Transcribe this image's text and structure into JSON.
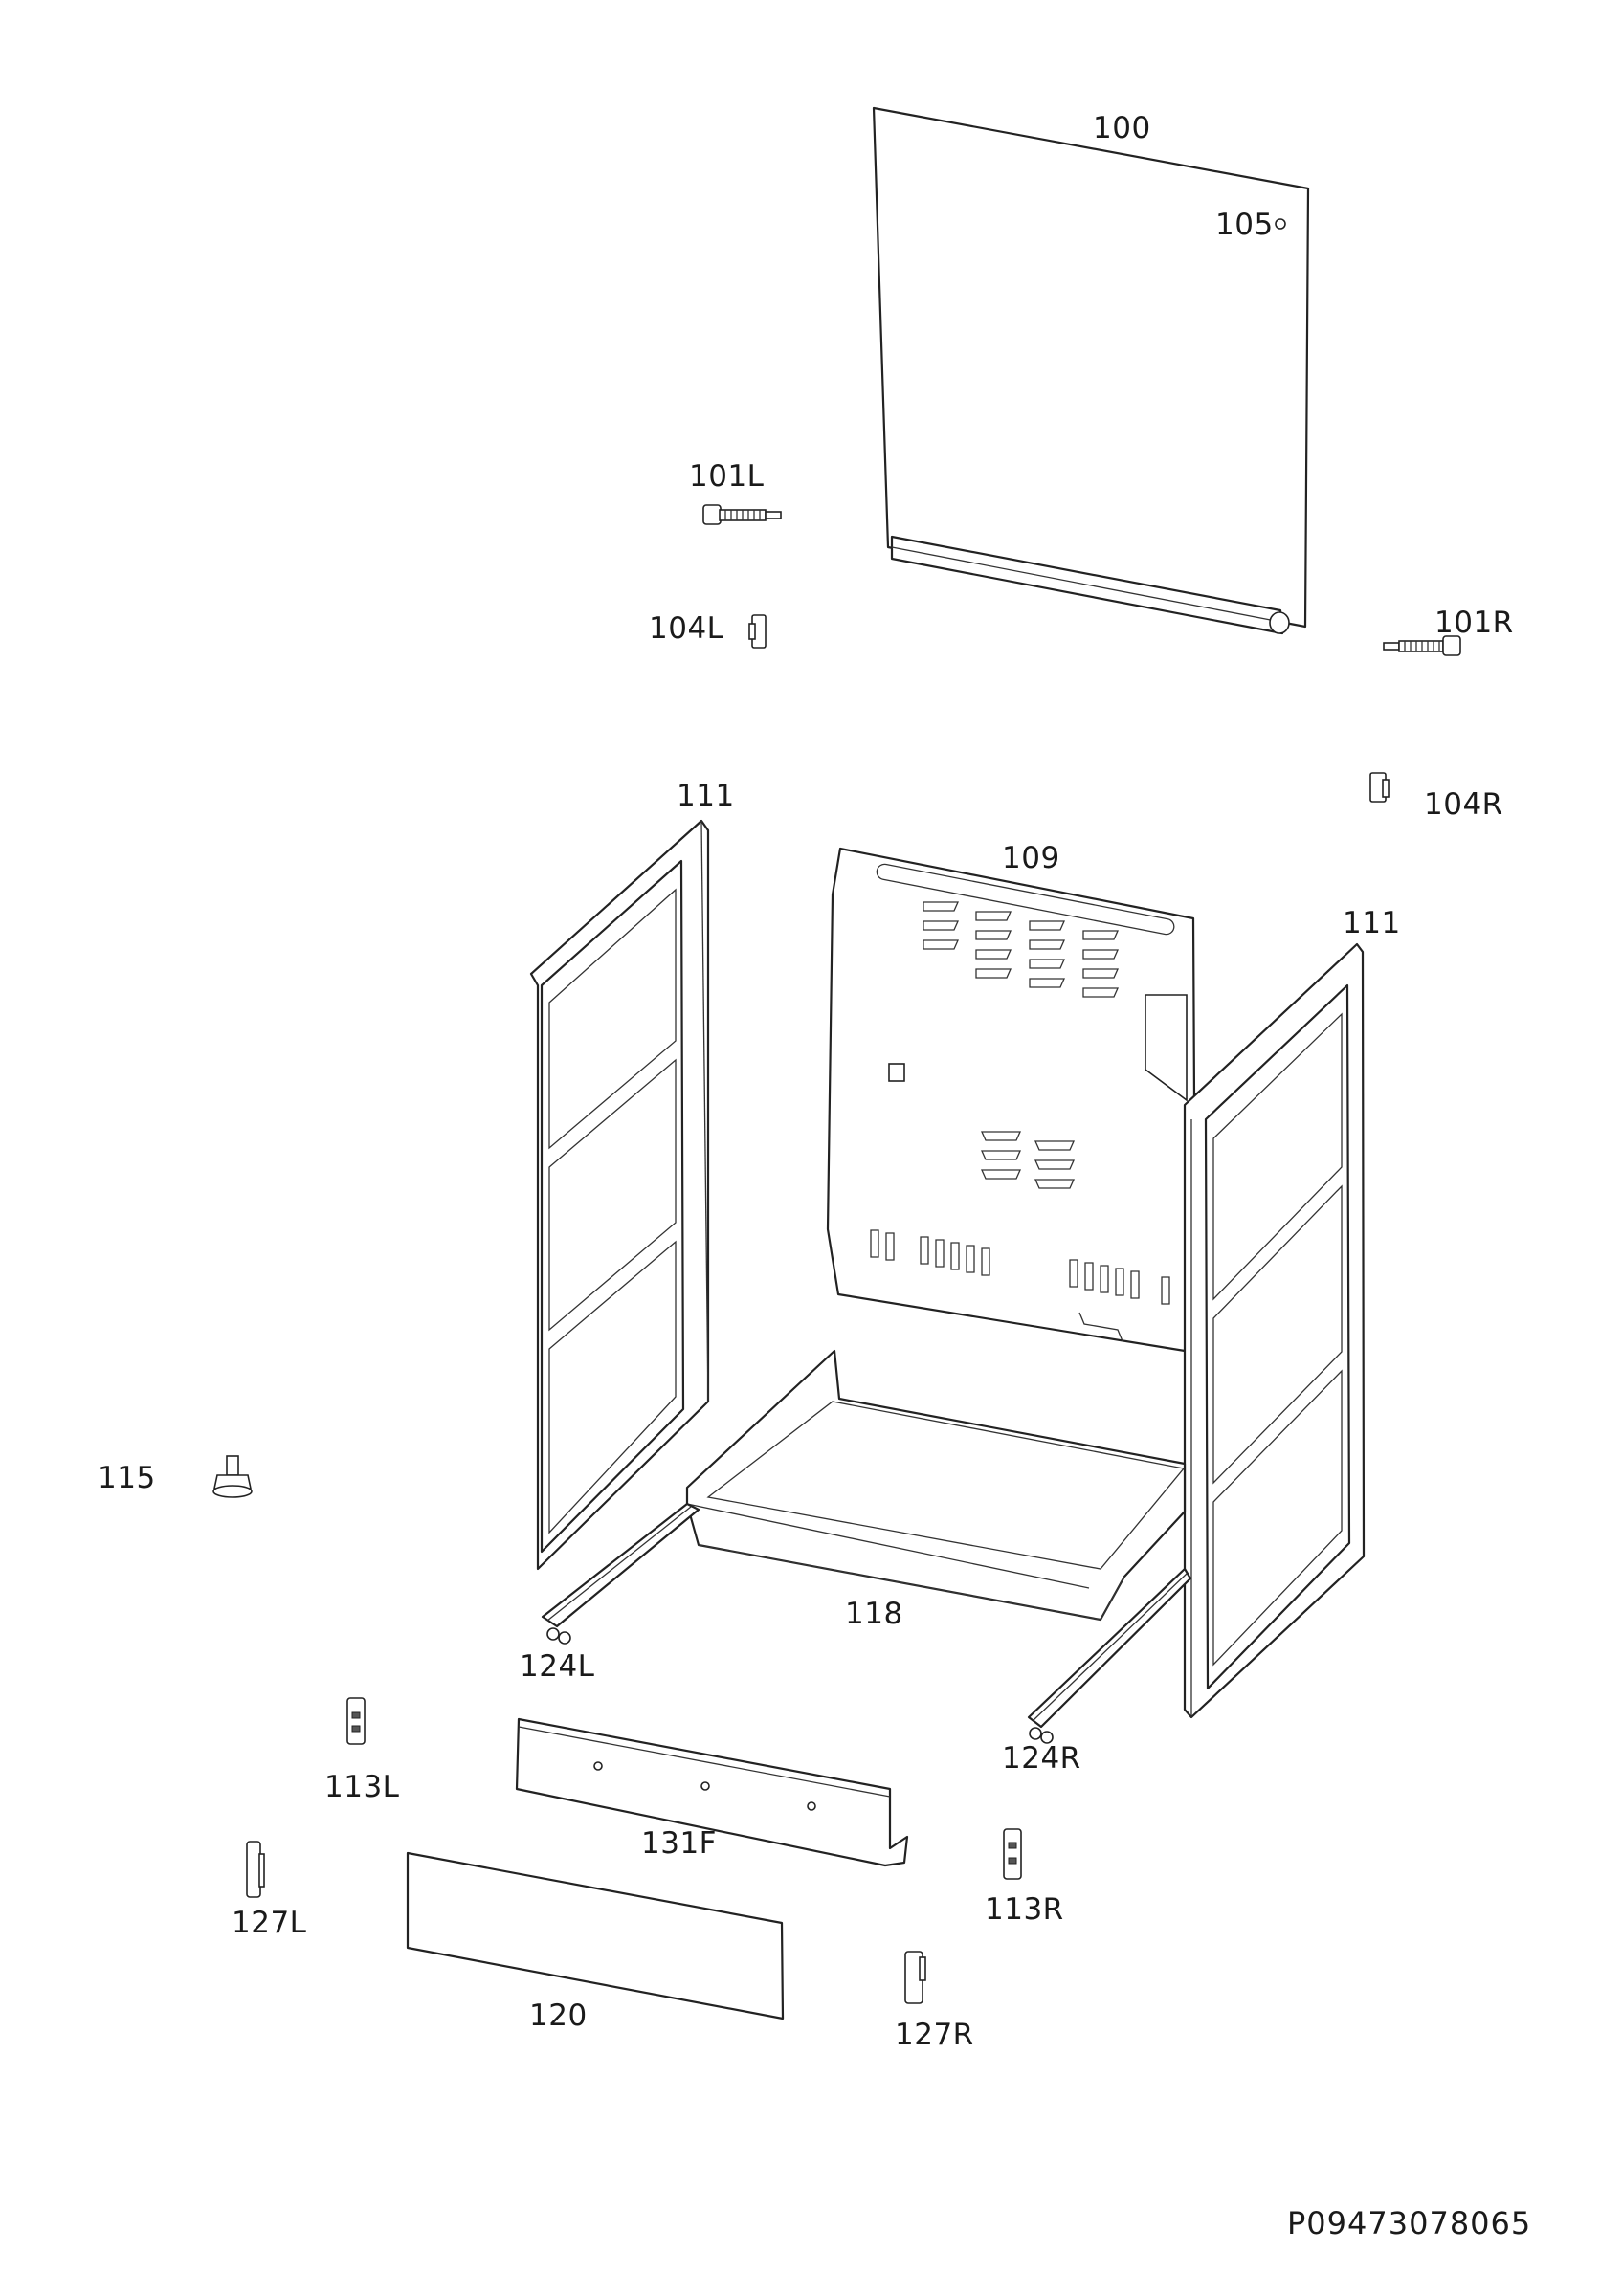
{
  "document_number": "P09473078065",
  "parts": {
    "p100": "100",
    "p105": "105",
    "p101L": "101L",
    "p101R": "101R",
    "p104L": "104L",
    "p104R": "104R",
    "p109": "109",
    "p111_left": "111",
    "p111_right": "111",
    "p115": "115",
    "p118": "118",
    "p124L": "124L",
    "p124R": "124R",
    "p113L": "113L",
    "p113R": "113R",
    "p131F": "131F",
    "p127L": "127L",
    "p127R": "127R",
    "p120": "120"
  }
}
